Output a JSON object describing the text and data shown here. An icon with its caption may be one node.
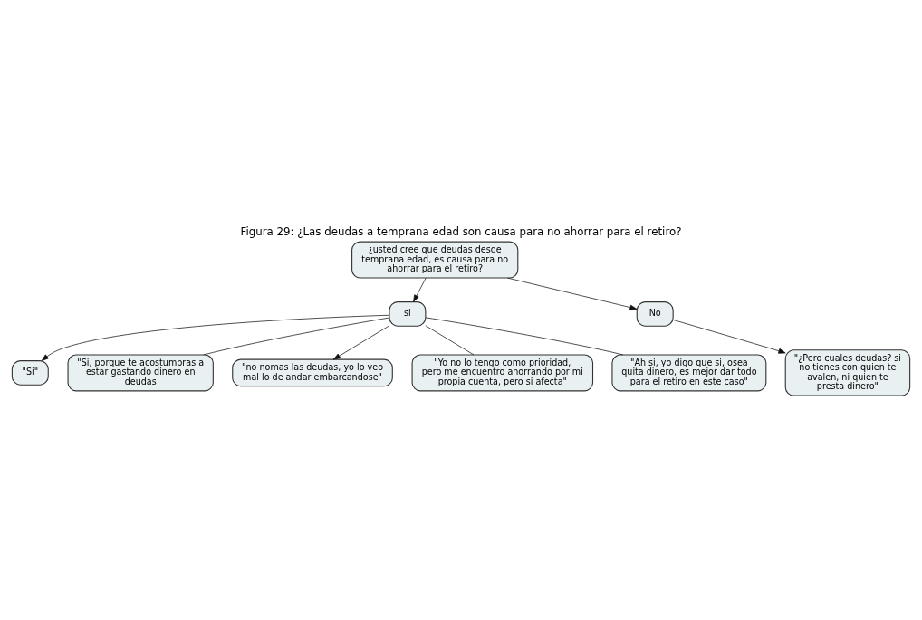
{
  "diagram": {
    "title": "Figura 29: ¿Las deudas a temprana edad son causa para no ahorrar para el retiro?",
    "nodes": [
      {
        "text": [
          "¿usted cree que deudas desde temprana edad, es causa para no ahorrar para el retiro?"
        ]
      },
      {
        "text": [
          "si"
        ]
      },
      {
        "text": [
          "No"
        ]
      },
      {
        "text": [
          "\"Si\""
        ]
      },
      {
        "text": [
          "\"¿Pero cuales deudas? si no tienes con quien te avalen, ni quien te presta dinero\""
        ]
      },
      {
        "text": [
          "\"Si, porque te acostumbras a estar gastando dinero en deudas"
        ]
      },
      {
        "text": [
          "\"no nomas las deudas, yo lo veo mal lo de andar embarcandose\""
        ]
      },
      {
        "text": [
          "\"Yo no lo tengo como prioridad, pero me encuentro ahorrando por mi propia cuenta, pero si afecta\""
        ]
      },
      {
        "text": [
          "\"Ah si, yo digo que si, osea quita dinero, es mejor dar todo para el retiro en este caso\""
        ]
      }
    ],
    "edges": [
      {
        "from": 0,
        "to": 1,
        "arrow": "to"
      },
      {
        "from": 0,
        "to": 2,
        "arrow": "to"
      },
      {
        "from": 1,
        "to": 3,
        "arrow": "to"
      },
      {
        "from": 2,
        "to": 4,
        "arrow": "to"
      },
      {
        "from": 1,
        "to": 5,
        "arrow": "none"
      },
      {
        "from": 1,
        "to": 6,
        "arrow": "to"
      },
      {
        "from": 1,
        "to": 7,
        "arrow": "none"
      },
      {
        "from": 1,
        "to": 8,
        "arrow": "none"
      }
    ]
  }
}
